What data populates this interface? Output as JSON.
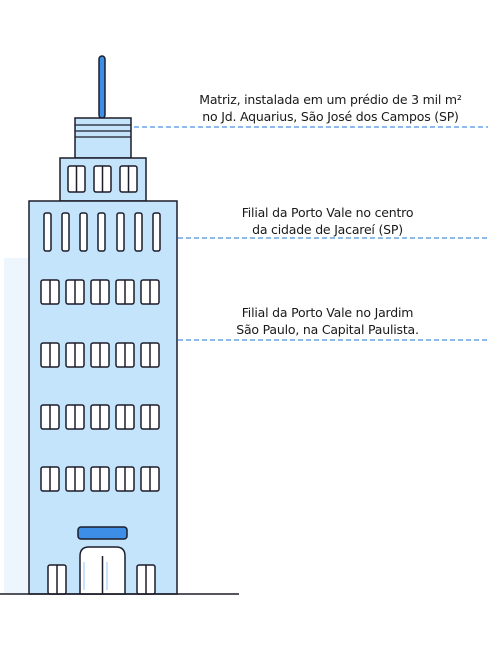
{
  "colors": {
    "building_fill": "#c4e4fb",
    "outline": "#1d1d2b",
    "accent_blue": "#3d8ee6",
    "dashed_line": "#4a90e2",
    "background_building": "#eef6fd"
  },
  "annotations": [
    {
      "line1": "Matriz, instalada em um prédio de 3 mil m²",
      "line2": "no Jd. Aquarius, São José dos Campos (SP)"
    },
    {
      "line1": "Filial da Porto Vale no centro",
      "line2": "da cidade de Jacareí (SP)"
    },
    {
      "line1": "Filial da Porto Vale no Jardim",
      "line2": "São Paulo, na Capital Paulista."
    }
  ]
}
